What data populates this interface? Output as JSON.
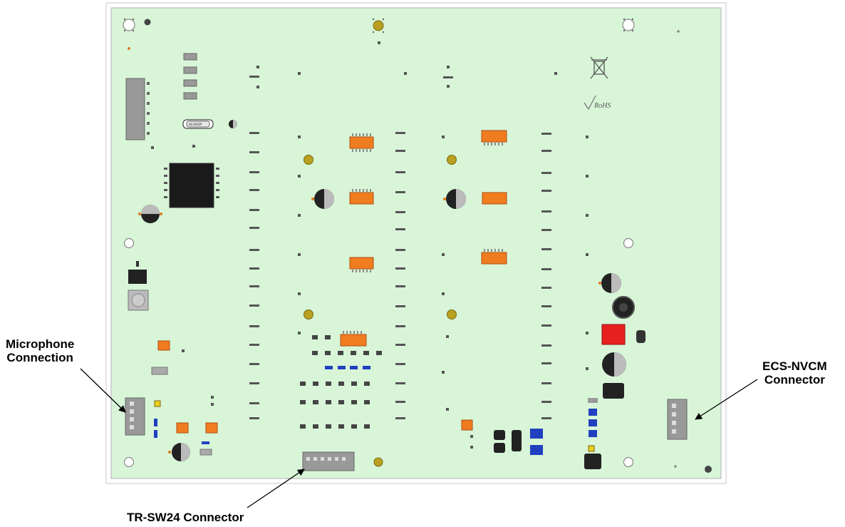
{
  "callouts": {
    "microphone": {
      "line1": "Microphone",
      "line2": "Connection"
    },
    "ecs_nvcm": {
      "line1": "ECS-NVCM",
      "line2": "Connector"
    },
    "tr_sw24": {
      "line1": "TR-SW24 Connector"
    }
  },
  "board": {
    "markings": {
      "rohs": "RoHS",
      "crystal": "HC49SM"
    }
  },
  "colors": {
    "board": "#d8f5d8",
    "ic_orange": "#f07c20",
    "pad_gray": "#8c8c8c",
    "mounting_gold": "#b8a020",
    "resistor_blue": "#2040c0",
    "led_red": "#e82020",
    "led_yellow": "#e8d020"
  }
}
